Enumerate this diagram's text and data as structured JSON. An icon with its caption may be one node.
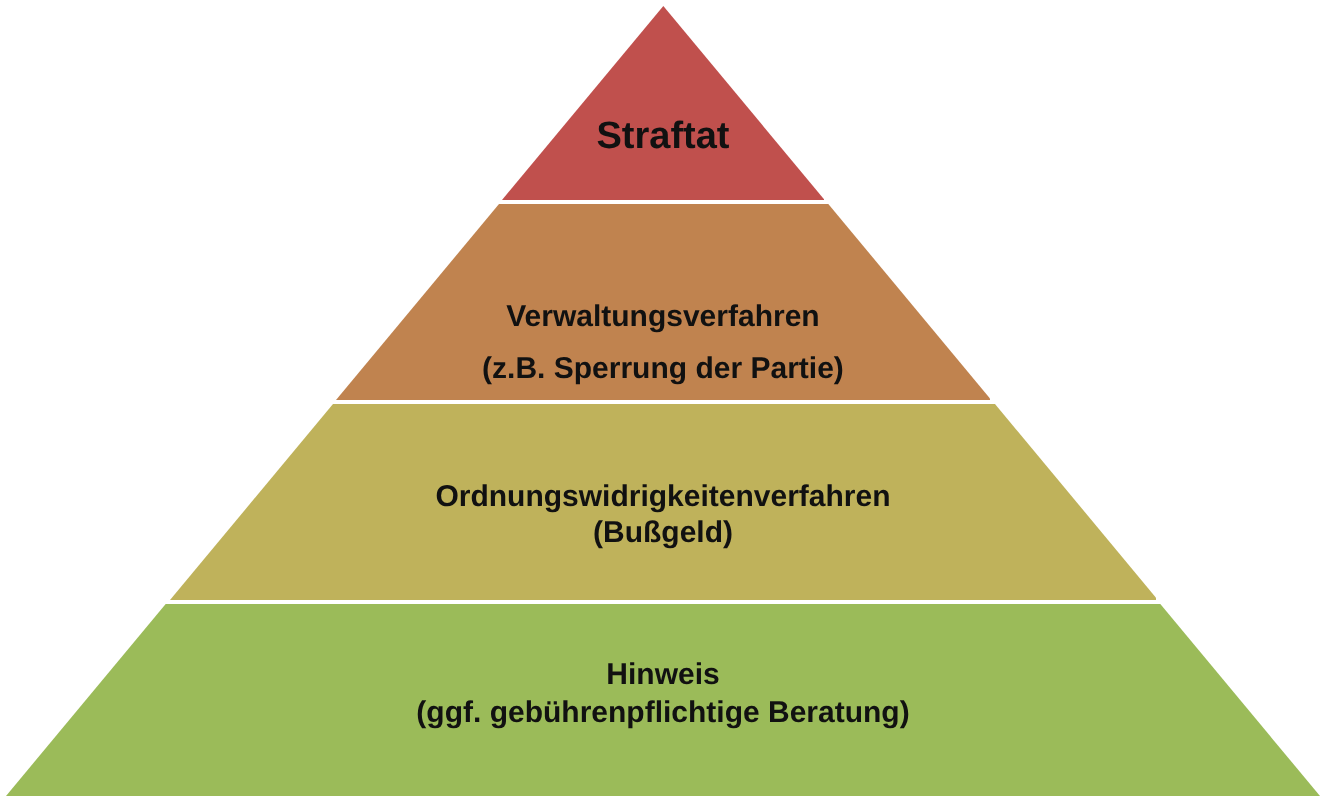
{
  "diagram": {
    "nodes": [
      {
        "text": [
          "Straftat"
        ]
      },
      {
        "text": [
          "Verwaltungsverfahren",
          "(z.B. Sperrung der Partie)"
        ]
      },
      {
        "text": [
          "Ordnungswidrigkeitenverfahren",
          "(Bußgeld)"
        ]
      },
      {
        "text": [
          "Hinweis",
          "(ggf. gebührenpflichtige Beratung)"
        ]
      }
    ]
  }
}
